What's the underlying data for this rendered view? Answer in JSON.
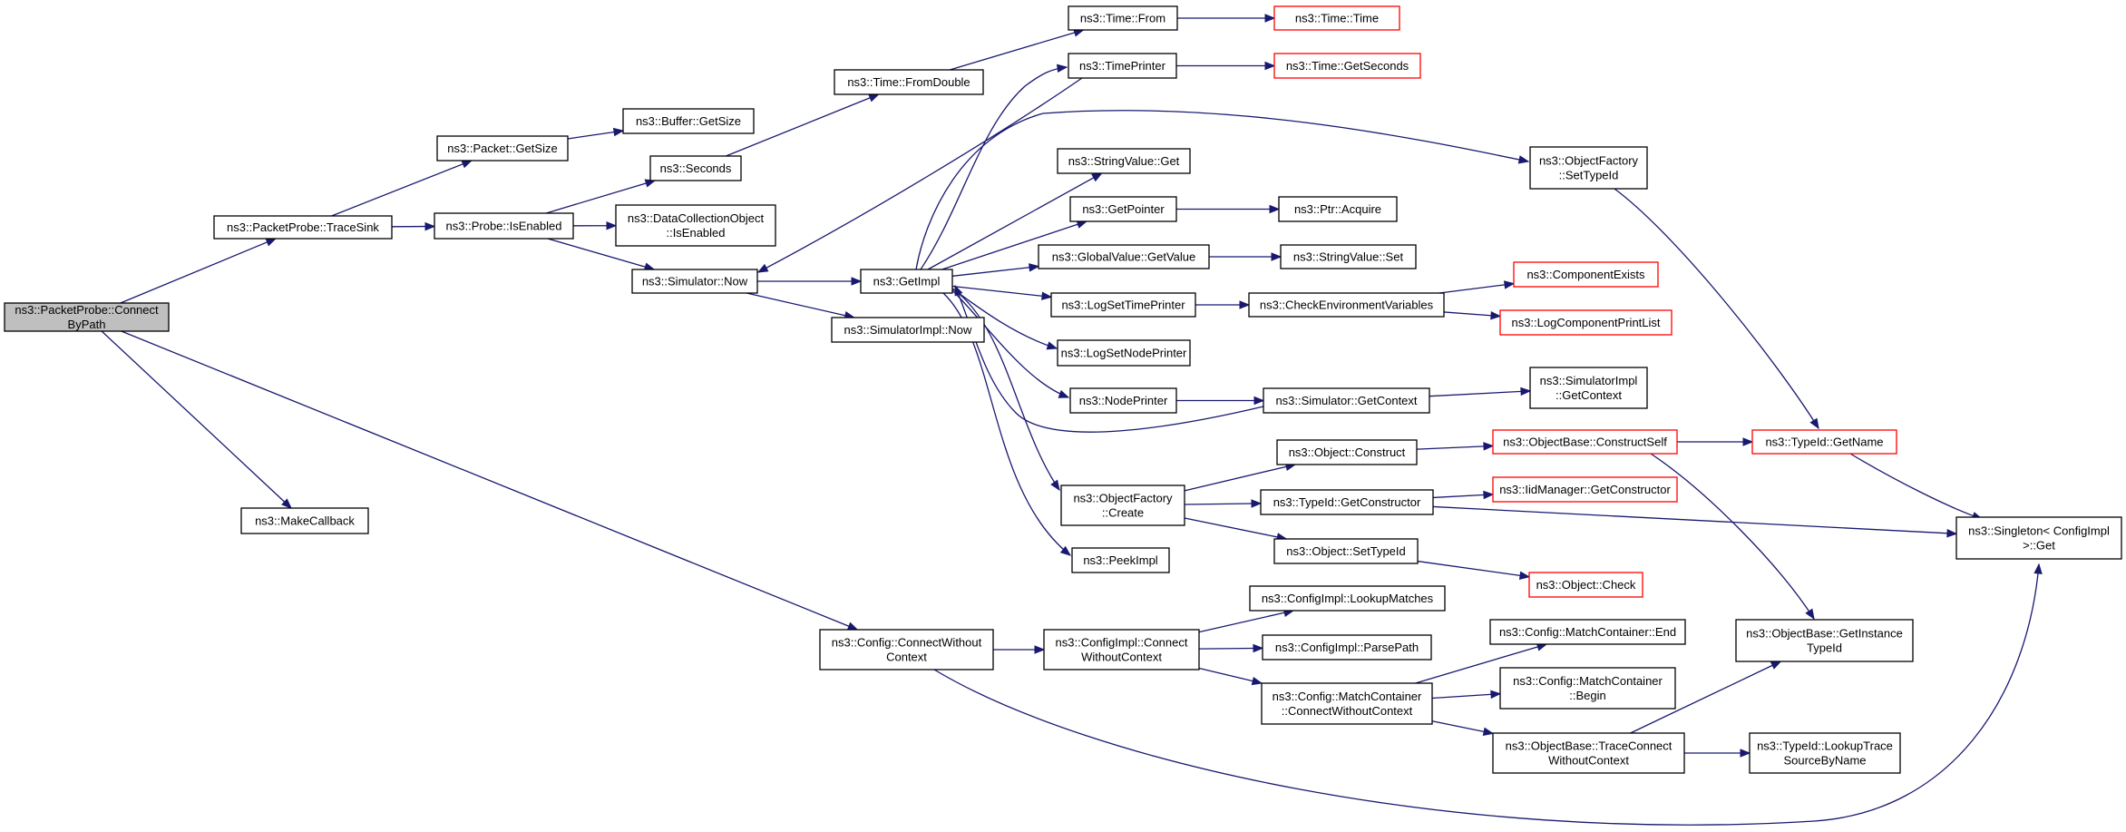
{
  "nodes": [
    {
      "id": "root",
      "lines": [
        "ns3::PacketProbe::Connect",
        "ByPath"
      ],
      "style": "root"
    },
    {
      "id": "tracesink",
      "lines": [
        "ns3::PacketProbe::TraceSink"
      ],
      "style": "normal"
    },
    {
      "id": "makecb",
      "lines": [
        "ns3::MakeCallback"
      ],
      "style": "normal"
    },
    {
      "id": "pktgetsize",
      "lines": [
        "ns3::Packet::GetSize"
      ],
      "style": "normal"
    },
    {
      "id": "bufgetsize",
      "lines": [
        "ns3::Buffer::GetSize"
      ],
      "style": "normal"
    },
    {
      "id": "probeenabled",
      "lines": [
        "ns3::Probe::IsEnabled"
      ],
      "style": "normal"
    },
    {
      "id": "seconds",
      "lines": [
        "ns3::Seconds"
      ],
      "style": "normal"
    },
    {
      "id": "dcoenabled",
      "lines": [
        "ns3::DataCollectionObject",
        "::IsEnabled"
      ],
      "style": "normal"
    },
    {
      "id": "simnow",
      "lines": [
        "ns3::Simulator::Now"
      ],
      "style": "normal"
    },
    {
      "id": "fromdouble",
      "lines": [
        "ns3::Time::FromDouble"
      ],
      "style": "normal"
    },
    {
      "id": "timefrom",
      "lines": [
        "ns3::Time::From"
      ],
      "style": "normal"
    },
    {
      "id": "timetime",
      "lines": [
        "ns3::Time::Time"
      ],
      "style": "red"
    },
    {
      "id": "timeprinter",
      "lines": [
        "ns3::TimePrinter"
      ],
      "style": "normal"
    },
    {
      "id": "getseconds",
      "lines": [
        "ns3::Time::GetSeconds"
      ],
      "style": "red"
    },
    {
      "id": "getimpl",
      "lines": [
        "ns3::GetImpl"
      ],
      "style": "normal"
    },
    {
      "id": "simimplnow",
      "lines": [
        "ns3::SimulatorImpl::Now"
      ],
      "style": "normal"
    },
    {
      "id": "strvalget",
      "lines": [
        "ns3::StringValue::Get"
      ],
      "style": "normal"
    },
    {
      "id": "getpointer",
      "lines": [
        "ns3::GetPointer"
      ],
      "style": "normal"
    },
    {
      "id": "ptracquire",
      "lines": [
        "ns3::Ptr::Acquire"
      ],
      "style": "normal"
    },
    {
      "id": "gvgetvalue",
      "lines": [
        "ns3::GlobalValue::GetValue"
      ],
      "style": "normal"
    },
    {
      "id": "strvalset",
      "lines": [
        "ns3::StringValue::Set"
      ],
      "style": "normal"
    },
    {
      "id": "logsettime",
      "lines": [
        "ns3::LogSetTimePrinter"
      ],
      "style": "normal"
    },
    {
      "id": "checkenv",
      "lines": [
        "ns3::CheckEnvironmentVariables"
      ],
      "style": "normal"
    },
    {
      "id": "compexists",
      "lines": [
        "ns3::ComponentExists"
      ],
      "style": "red"
    },
    {
      "id": "logcomplist",
      "lines": [
        "ns3::LogComponentPrintList"
      ],
      "style": "red"
    },
    {
      "id": "logsetnode",
      "lines": [
        "ns3::LogSetNodePrinter"
      ],
      "style": "normal"
    },
    {
      "id": "nodeprinter",
      "lines": [
        "ns3::NodePrinter"
      ],
      "style": "normal"
    },
    {
      "id": "simgetctx",
      "lines": [
        "ns3::Simulator::GetContext"
      ],
      "style": "normal"
    },
    {
      "id": "simimplgetctx",
      "lines": [
        "ns3::SimulatorImpl",
        "::GetContext"
      ],
      "style": "normal"
    },
    {
      "id": "ofsettypeid",
      "lines": [
        "ns3::ObjectFactory",
        "::SetTypeId"
      ],
      "style": "normal"
    },
    {
      "id": "objconstruct",
      "lines": [
        "ns3::Object::Construct"
      ],
      "style": "normal"
    },
    {
      "id": "obconstructself",
      "lines": [
        "ns3::ObjectBase::ConstructSelf"
      ],
      "style": "red"
    },
    {
      "id": "typeidgetname",
      "lines": [
        "ns3::TypeId::GetName"
      ],
      "style": "red"
    },
    {
      "id": "ofcreate",
      "lines": [
        "ns3::ObjectFactory",
        "::Create"
      ],
      "style": "normal"
    },
    {
      "id": "typeidgetctor",
      "lines": [
        "ns3::TypeId::GetConstructor"
      ],
      "style": "normal"
    },
    {
      "id": "iidmgrgetctor",
      "lines": [
        "ns3::IidManager::GetConstructor"
      ],
      "style": "red"
    },
    {
      "id": "singletonget",
      "lines": [
        "ns3::Singleton< ConfigImpl",
        ">::Get"
      ],
      "style": "normal"
    },
    {
      "id": "objsettypeid",
      "lines": [
        "ns3::Object::SetTypeId"
      ],
      "style": "normal"
    },
    {
      "id": "objcheck",
      "lines": [
        "ns3::Object::Check"
      ],
      "style": "red"
    },
    {
      "id": "peekimpl",
      "lines": [
        "ns3::PeekImpl"
      ],
      "style": "normal"
    },
    {
      "id": "cfgconnect",
      "lines": [
        "ns3::Config::ConnectWithout",
        "Context"
      ],
      "style": "normal"
    },
    {
      "id": "cfgimplconnect",
      "lines": [
        "ns3::ConfigImpl::Connect",
        "WithoutContext"
      ],
      "style": "normal"
    },
    {
      "id": "lookupmatches",
      "lines": [
        "ns3::ConfigImpl::LookupMatches"
      ],
      "style": "normal"
    },
    {
      "id": "parsepath",
      "lines": [
        "ns3::ConfigImpl::ParsePath"
      ],
      "style": "normal"
    },
    {
      "id": "mcconnect",
      "lines": [
        "ns3::Config::MatchContainer",
        "::ConnectWithoutContext"
      ],
      "style": "normal"
    },
    {
      "id": "mcend",
      "lines": [
        "ns3::Config::MatchContainer::End"
      ],
      "style": "normal"
    },
    {
      "id": "mcbegin",
      "lines": [
        "ns3::Config::MatchContainer",
        "::Begin"
      ],
      "style": "normal"
    },
    {
      "id": "obtraceconnect",
      "lines": [
        "ns3::ObjectBase::TraceConnect",
        "WithoutContext"
      ],
      "style": "normal"
    },
    {
      "id": "obgetinstance",
      "lines": [
        "ns3::ObjectBase::GetInstance",
        "TypeId"
      ],
      "style": "normal"
    },
    {
      "id": "lookuptrace",
      "lines": [
        "ns3::TypeId::LookupTrace",
        "SourceByName"
      ],
      "style": "normal"
    }
  ],
  "edges": [
    [
      "root",
      "tracesink"
    ],
    [
      "root",
      "makecb"
    ],
    [
      "root",
      "cfgconnect"
    ],
    [
      "tracesink",
      "pktgetsize"
    ],
    [
      "tracesink",
      "probeenabled"
    ],
    [
      "pktgetsize",
      "bufgetsize"
    ],
    [
      "probeenabled",
      "seconds"
    ],
    [
      "probeenabled",
      "dcoenabled"
    ],
    [
      "probeenabled",
      "simnow"
    ],
    [
      "seconds",
      "fromdouble"
    ],
    [
      "fromdouble",
      "timefrom"
    ],
    [
      "timefrom",
      "timetime"
    ],
    [
      "simnow",
      "getimpl"
    ],
    [
      "simnow",
      "simimplnow"
    ],
    [
      "timeprinter",
      "getseconds"
    ],
    [
      "timeprinter",
      "simnow"
    ],
    [
      "getimpl",
      "ofsettypeid"
    ],
    [
      "getimpl",
      "timeprinter"
    ],
    [
      "getimpl",
      "strvalget"
    ],
    [
      "getimpl",
      "getpointer"
    ],
    [
      "getimpl",
      "gvgetvalue"
    ],
    [
      "getimpl",
      "logsettime"
    ],
    [
      "getimpl",
      "logsetnode"
    ],
    [
      "getimpl",
      "nodeprinter"
    ],
    [
      "getimpl",
      "ofcreate"
    ],
    [
      "getimpl",
      "peekimpl"
    ],
    [
      "getpointer",
      "ptracquire"
    ],
    [
      "gvgetvalue",
      "strvalset"
    ],
    [
      "logsettime",
      "checkenv"
    ],
    [
      "checkenv",
      "compexists"
    ],
    [
      "checkenv",
      "logcomplist"
    ],
    [
      "nodeprinter",
      "simgetctx"
    ],
    [
      "simgetctx",
      "simimplgetctx"
    ],
    [
      "simgetctx",
      "getimpl"
    ],
    [
      "ofsettypeid",
      "typeidgetname"
    ],
    [
      "ofcreate",
      "objconstruct"
    ],
    [
      "ofcreate",
      "typeidgetctor"
    ],
    [
      "ofcreate",
      "objsettypeid"
    ],
    [
      "objconstruct",
      "obconstructself"
    ],
    [
      "obconstructself",
      "typeidgetname"
    ],
    [
      "obconstructself",
      "obgetinstance"
    ],
    [
      "typeidgetname",
      "singletonget"
    ],
    [
      "typeidgetctor",
      "iidmgrgetctor"
    ],
    [
      "typeidgetctor",
      "singletonget"
    ],
    [
      "objsettypeid",
      "objcheck"
    ],
    [
      "cfgconnect",
      "cfgimplconnect"
    ],
    [
      "cfgconnect",
      "singletonget"
    ],
    [
      "cfgimplconnect",
      "lookupmatches"
    ],
    [
      "cfgimplconnect",
      "parsepath"
    ],
    [
      "cfgimplconnect",
      "mcconnect"
    ],
    [
      "mcconnect",
      "mcend"
    ],
    [
      "mcconnect",
      "mcbegin"
    ],
    [
      "mcconnect",
      "obtraceconnect"
    ],
    [
      "obtraceconnect",
      "obgetinstance"
    ],
    [
      "obtraceconnect",
      "lookuptrace"
    ]
  ],
  "colors": {
    "edge": "#191970",
    "highlight": "#ff0000",
    "root_fill": "#bfbfbf"
  }
}
